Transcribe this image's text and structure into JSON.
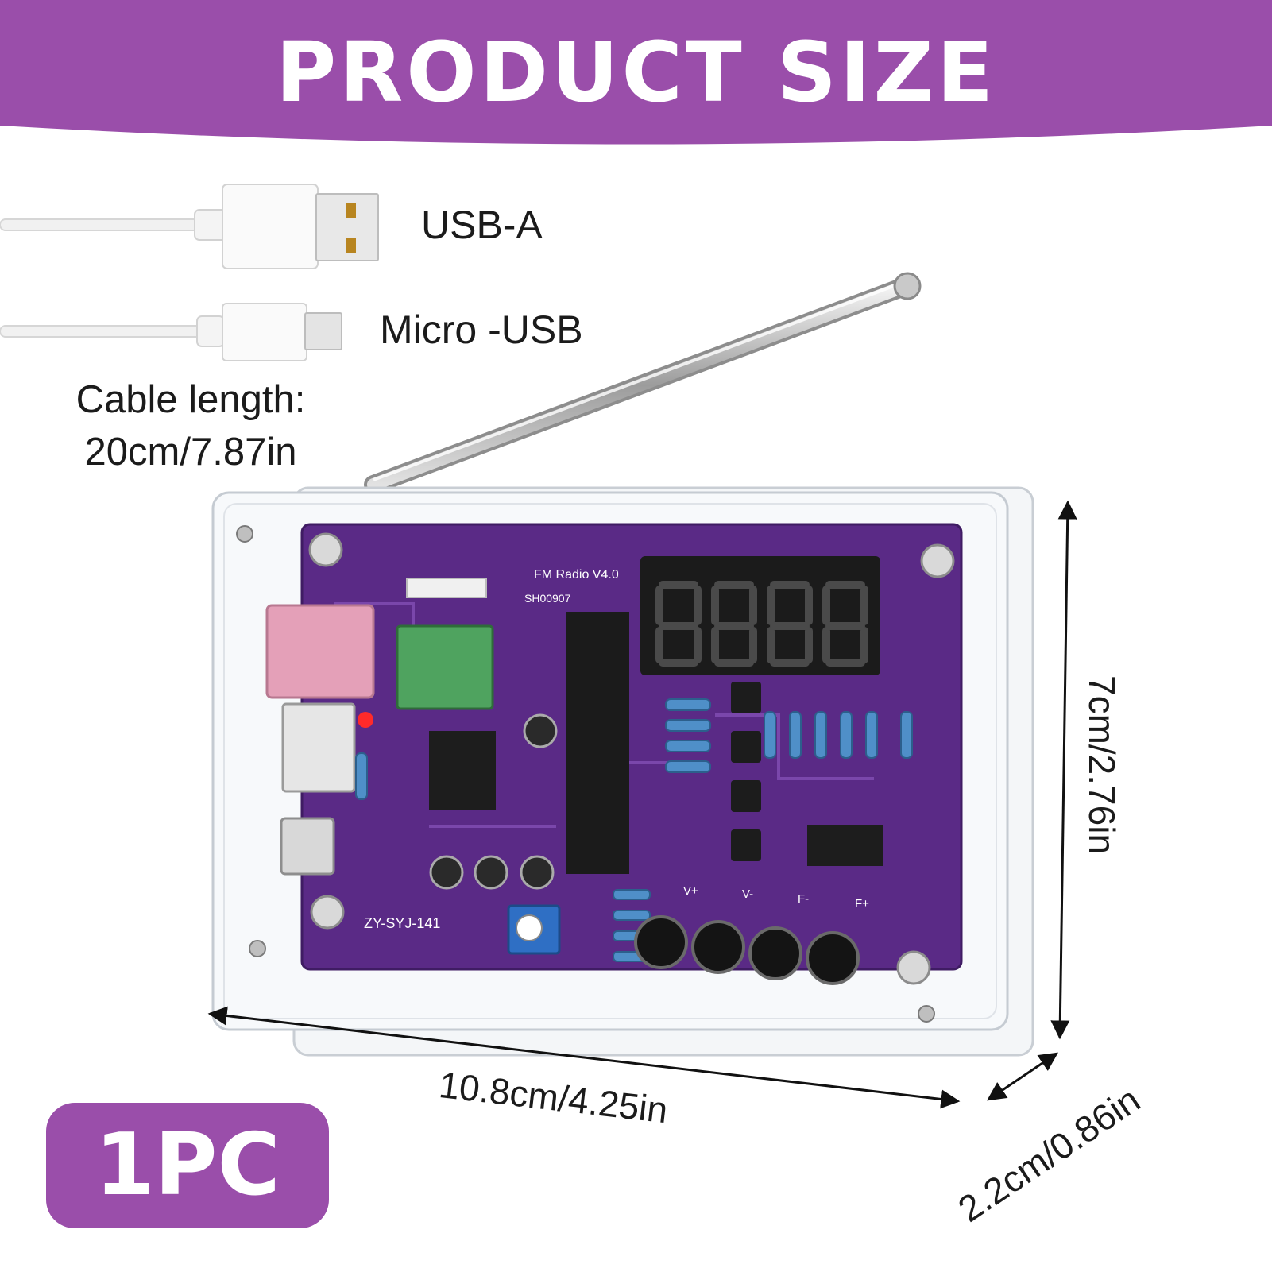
{
  "header": {
    "title": "PRODUCT SIZE"
  },
  "cables": {
    "usb_a_label": "USB-A",
    "micro_usb_label": "Micro -USB",
    "cable_length_label": "Cable length:",
    "cable_length_value": "20cm/7.87in"
  },
  "dimensions": {
    "width": "10.8cm/4.25in",
    "height": "7cm/2.76in",
    "depth": "2.2cm/0.86in"
  },
  "board": {
    "title": "FM Radio V4.0",
    "code": "SH00907",
    "model": "ZY-SYJ-141",
    "buttons": [
      "V+",
      "V-",
      "F-",
      "F+"
    ]
  },
  "badge": {
    "quantity": "1PC"
  },
  "colors": {
    "brand_purple": "#9a4eaa",
    "pcb_purple": "#5a2a86"
  }
}
